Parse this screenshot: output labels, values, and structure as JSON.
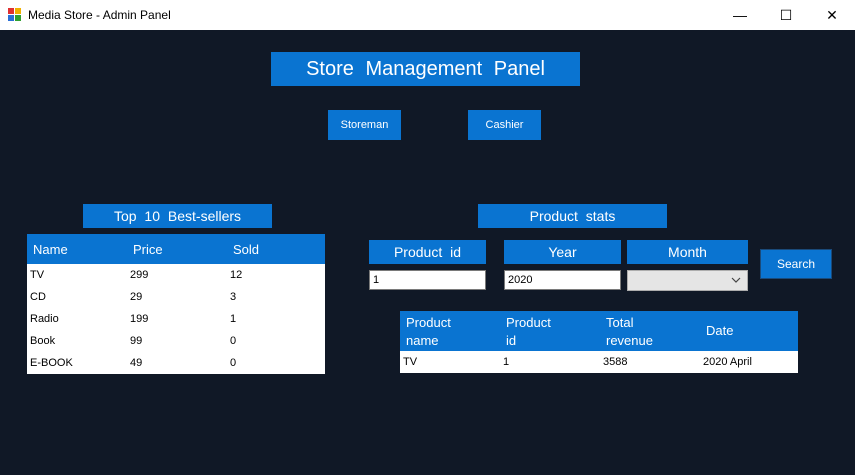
{
  "window": {
    "title": "Media Store - Admin Panel",
    "controls": {
      "minimize": "—",
      "maximize": "☐",
      "close": "✕"
    }
  },
  "header": {
    "title": "Store  Management  Panel"
  },
  "nav": {
    "storeman_label": "Storeman",
    "cashier_label": "Cashier"
  },
  "bestsellers": {
    "title": "Top  10  Best-sellers",
    "columns": [
      "Name",
      "Price",
      "Sold"
    ],
    "rows": [
      [
        "TV",
        "299",
        "12"
      ],
      [
        "CD",
        "29",
        "3"
      ],
      [
        "Radio",
        "199",
        "1"
      ],
      [
        "Book",
        "99",
        "0"
      ],
      [
        "E-BOOK",
        "49",
        "0"
      ]
    ]
  },
  "stats": {
    "title": "Product  stats",
    "product_id_label": "Product  id",
    "year_label": "Year",
    "month_label": "Month",
    "product_id_value": "1",
    "year_value": "2020",
    "month_value": "",
    "search_label": "Search",
    "columns": [
      "Product name",
      "Product id",
      "Total revenue",
      "Date"
    ],
    "columns_lines": [
      [
        "Product",
        "name"
      ],
      [
        "Product",
        "id"
      ],
      [
        "Total",
        "revenue"
      ],
      [
        "Date",
        ""
      ]
    ],
    "rows": [
      [
        "TV",
        "1",
        "3588",
        "2020 April"
      ]
    ]
  },
  "colors": {
    "background": "#101826",
    "accent": "#0a74d1",
    "titlebar": "#ffffff"
  },
  "icons": [
    "app-icon",
    "minimize-icon",
    "maximize-icon",
    "close-icon",
    "chevron-down-icon"
  ]
}
